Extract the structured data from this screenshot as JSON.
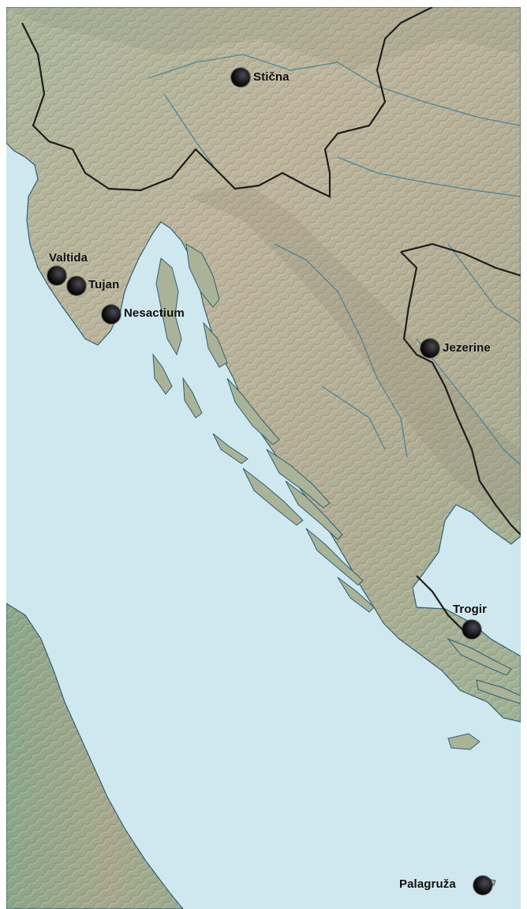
{
  "map": {
    "colors": {
      "sea": "#cfe7ee",
      "land": "#b9b49c",
      "land_lowland": "#9fb79b",
      "land_highland": "#a89a86",
      "river": "#3d7d9a",
      "border": "#1e1e1e",
      "coast": "#2c5f73",
      "marker": "#111111"
    },
    "sites": [
      {
        "id": "sticna",
        "label": "Stična"
      },
      {
        "id": "valtida",
        "label": "Valtida"
      },
      {
        "id": "tujan",
        "label": "Tujan"
      },
      {
        "id": "nesactium",
        "label": "Nesactium"
      },
      {
        "id": "jezerine",
        "label": "Jezerine"
      },
      {
        "id": "trogir",
        "label": "Trogir"
      },
      {
        "id": "palagruza",
        "label": "Palagruža"
      }
    ]
  }
}
